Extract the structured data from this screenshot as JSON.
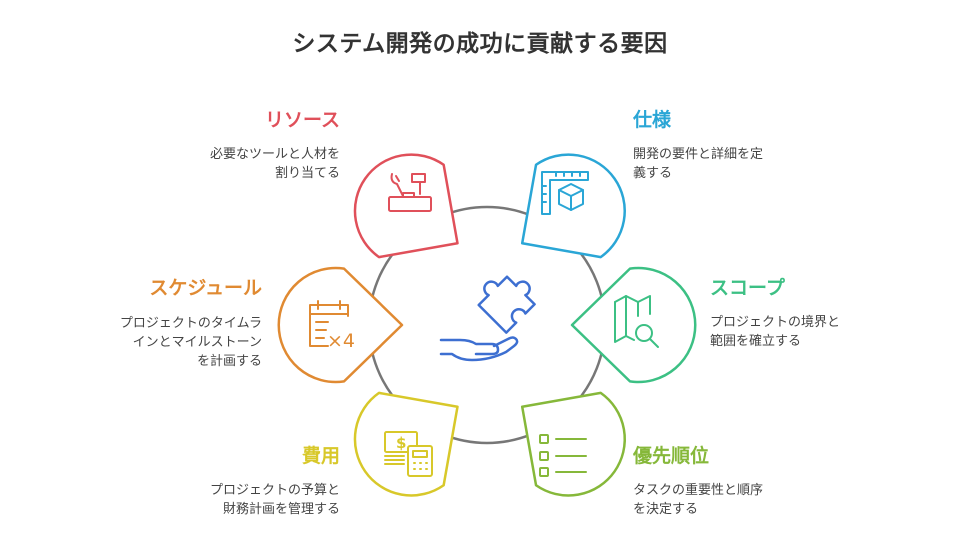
{
  "title": "システム開発の成功に貢献する要因",
  "colors": {
    "resources": "#e0505a",
    "spec": "#2aa6d6",
    "schedule": "#e08a32",
    "scope": "#3cc084",
    "cost": "#d8c82a",
    "priority": "#86b83a",
    "center": "#3d6fd1",
    "ring": "#777777"
  },
  "factors": {
    "resources": {
      "label": "リソース",
      "desc": "必要なツールと人材を\n割り当てる",
      "icon": "tools-icon"
    },
    "spec": {
      "label": "仕様",
      "desc": "開発の要件と詳細を定\n義する",
      "icon": "blueprint-icon"
    },
    "schedule": {
      "label": "スケジュール",
      "desc": "プロジェクトのタイムラ\nインとマイルストーン\nを計画する",
      "icon": "calendar-icon"
    },
    "scope": {
      "label": "スコープ",
      "desc": "プロジェクトの境界と\n範囲を確立する",
      "icon": "map-search-icon"
    },
    "cost": {
      "label": "費用",
      "desc": "プロジェクトの予算と\n財務計画を管理する",
      "icon": "money-calculator-icon"
    },
    "priority": {
      "label": "優先順位",
      "desc": "タスクの重要性と順序\nを決定する",
      "icon": "checklist-icon"
    }
  },
  "icon_text": {
    "calendar_multiplier": "×4",
    "dollar": "$"
  }
}
